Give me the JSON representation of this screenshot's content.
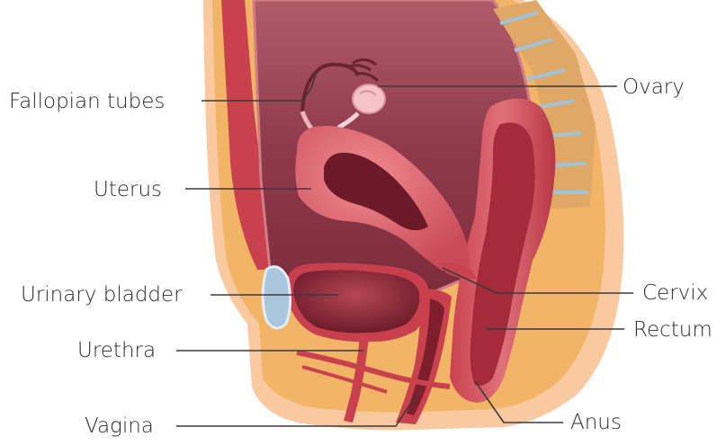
{
  "diagram": {
    "labels": {
      "fallopian_tubes": "Fallopian tubes",
      "ovary": "Ovary",
      "uterus": "Uterus",
      "cervix": "Cervix",
      "urinary_bladder": "Urinary bladder",
      "rectum": "Rectum",
      "urethra": "Urethra",
      "vagina": "Vagina",
      "anus": "Anus"
    },
    "colors": {
      "skin": "#f9c9a0",
      "fat": "#f2b567",
      "muscle_red": "#c8414d",
      "cavity": "#8a3444",
      "organ_pink": "#e56f79",
      "organ_dark": "#7c1e2c",
      "bladder_blue": "#a9c6df",
      "spine": "#dfa866"
    }
  }
}
